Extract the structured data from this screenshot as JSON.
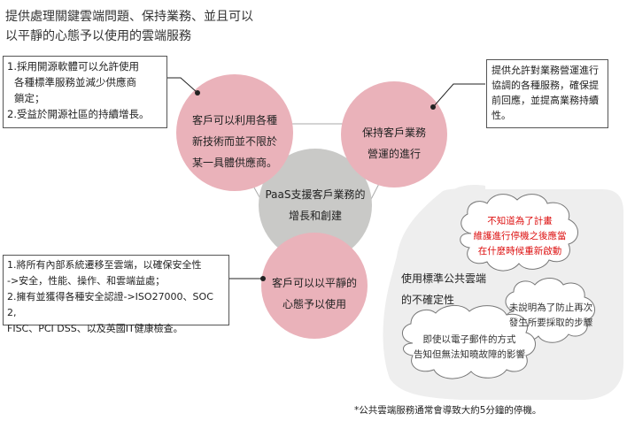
{
  "header": {
    "line1": "提供處理關鍵雲端問題、保持業務、並且可以",
    "line2": "以平靜的心態予以使用的雲端服務"
  },
  "callouts": {
    "top_left": {
      "line1": "1.採用開源軟體可以允許使用",
      "line2": "各種標準服務並減少供應商",
      "line3": "鎖定；",
      "line4": "2.受益於開源社區的持續增長。"
    },
    "top_right": {
      "line1": "提供允許對業務營運進行",
      "line2": "協調的各種服務，確保提",
      "line3": "前回應，並提高業務持續",
      "line4": "性。"
    },
    "bottom_left": {
      "line1": "1.將所有內部系統遷移至雲端，以確保安全性",
      "line2": "->安全，性能、操作、和雲端益處；",
      "line3": "2.擁有並獲得各種安全認證->ISO27000、SOC 2,",
      "line4": "FISC、PCI DSS、以及英國IT健康檢查。"
    }
  },
  "circles": {
    "center": {
      "line1": "PaaS支援客戶業務的",
      "line2": "增長和創建"
    },
    "left": {
      "line1": "客戶可以利用各種",
      "line2": "新技術而並不限於",
      "line3": "某一具體供應商。"
    },
    "right": {
      "line1": "保持客戶業務",
      "line2": "營運的進行"
    },
    "bottom": {
      "line1": "客戶可以以平靜的",
      "line2": "心態予以使用"
    }
  },
  "uncertainty": {
    "line1": "使用標準公共雲端",
    "line2": "的不確定性"
  },
  "clouds": {
    "red": {
      "line1": "不知道為了計畫",
      "line2": "維護進行停機之後應當",
      "line3": "在什麼時候重新啟動"
    },
    "right": {
      "line1": "未說明為了防止再次",
      "line2": "發生所要採取的步驟"
    },
    "bottom": {
      "line1": "即使以電子郵件的方式",
      "line2": "告知但無法知曉故障的影響"
    }
  },
  "footnote": "*公共雲端服務通常會導致大約5分鐘的停機。",
  "colors": {
    "pink": "#eab2ba",
    "gray_circle": "#c9c9c7",
    "gray_panel": "#eeeeee",
    "red_text": "#dd1111"
  }
}
